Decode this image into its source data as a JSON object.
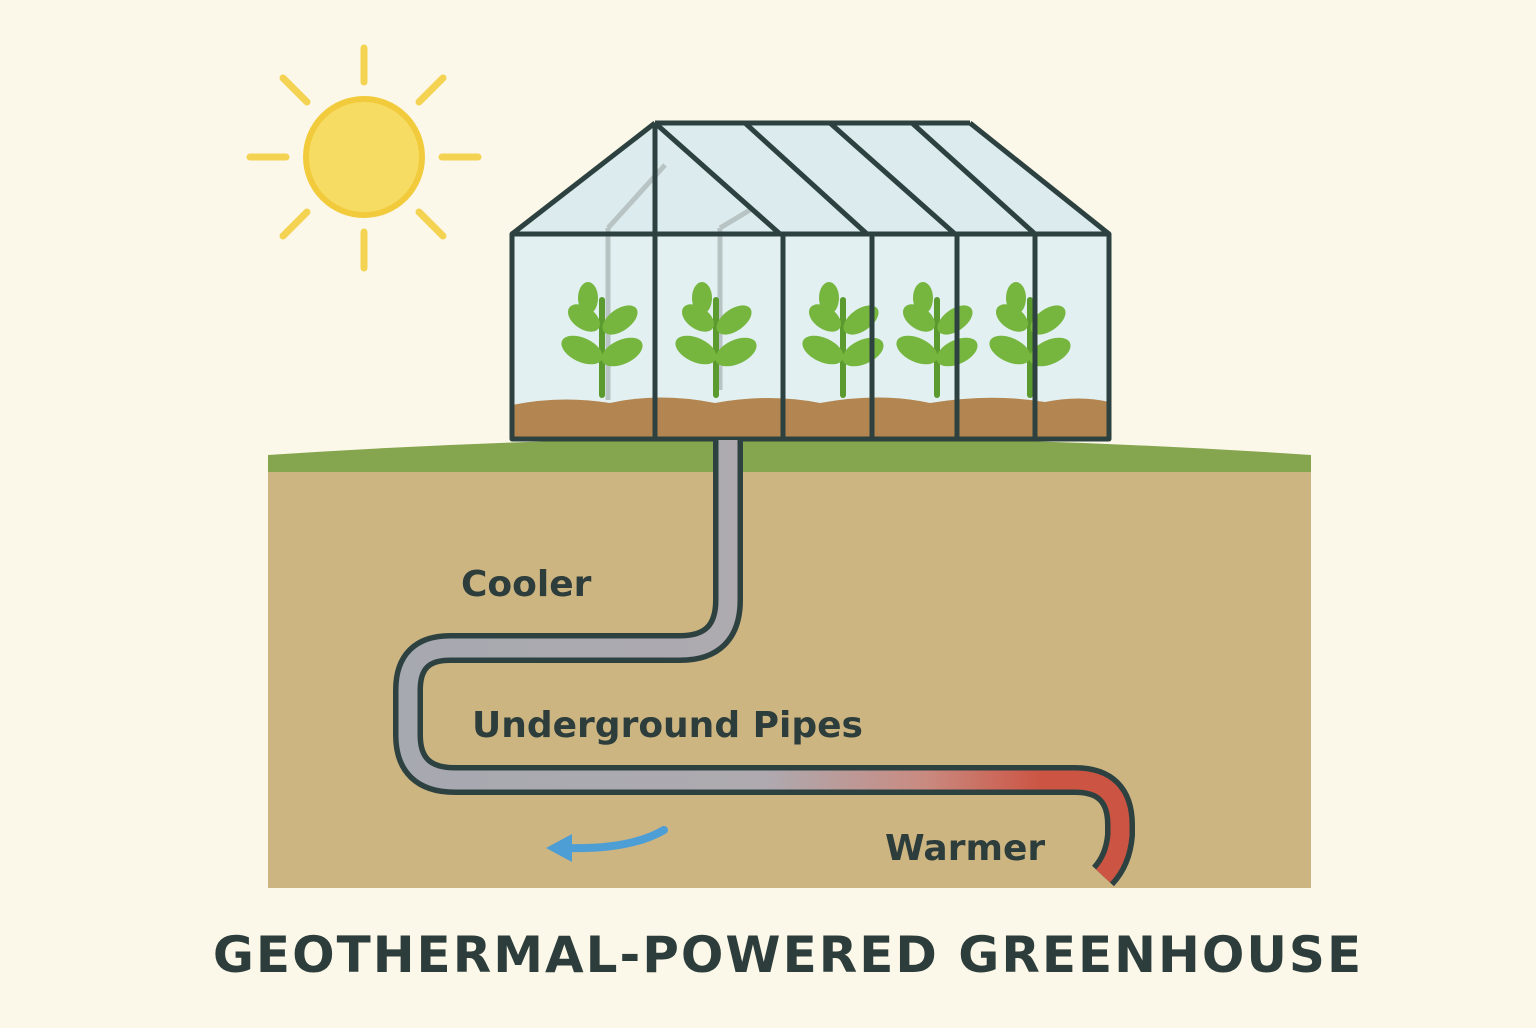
{
  "title": "GEOTHERMAL-POWERED GREENHOUSE",
  "labels": {
    "cooler": "Cooler",
    "pipes": "Underground Pipes",
    "warmer": "Warmer"
  },
  "colors": {
    "background": "#fcf8e9",
    "sun": "#f7dc64",
    "sun_stroke": "#f2cb3d",
    "grass": "#86a54f",
    "ground": "#cdb582",
    "soil": "#b38651",
    "glass": "#dcecee",
    "frame": "#2d4240",
    "leaf": "#76b63f",
    "leaf_dark": "#5a9a2e",
    "pipe_cool": "#a7a9b0",
    "pipe_warm": "#cc5443",
    "arrow": "#4e9ed6",
    "text": "#2c3d3b"
  },
  "plant_count": 5
}
